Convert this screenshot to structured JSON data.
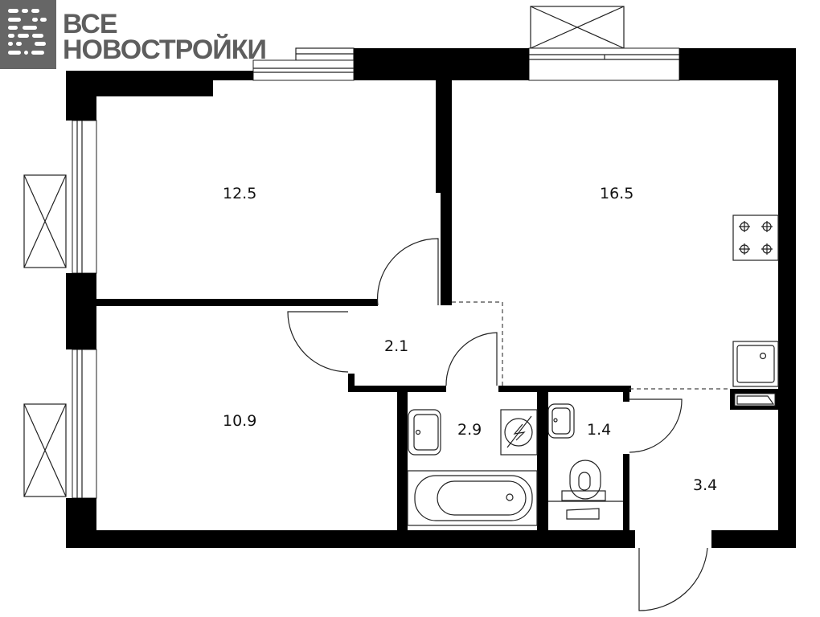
{
  "logo": {
    "line1": "ВСЕ",
    "line2": "НОВОСТРОЙКИ",
    "color": "#666666"
  },
  "rooms": [
    {
      "id": "bedroom-1",
      "area": "12.5"
    },
    {
      "id": "kitchen-living",
      "area": "16.5"
    },
    {
      "id": "hall",
      "area": "2.1"
    },
    {
      "id": "bedroom-2",
      "area": "10.9"
    },
    {
      "id": "bathroom",
      "area": "2.9"
    },
    {
      "id": "toilet",
      "area": "1.4"
    },
    {
      "id": "entrance",
      "area": "3.4"
    }
  ]
}
